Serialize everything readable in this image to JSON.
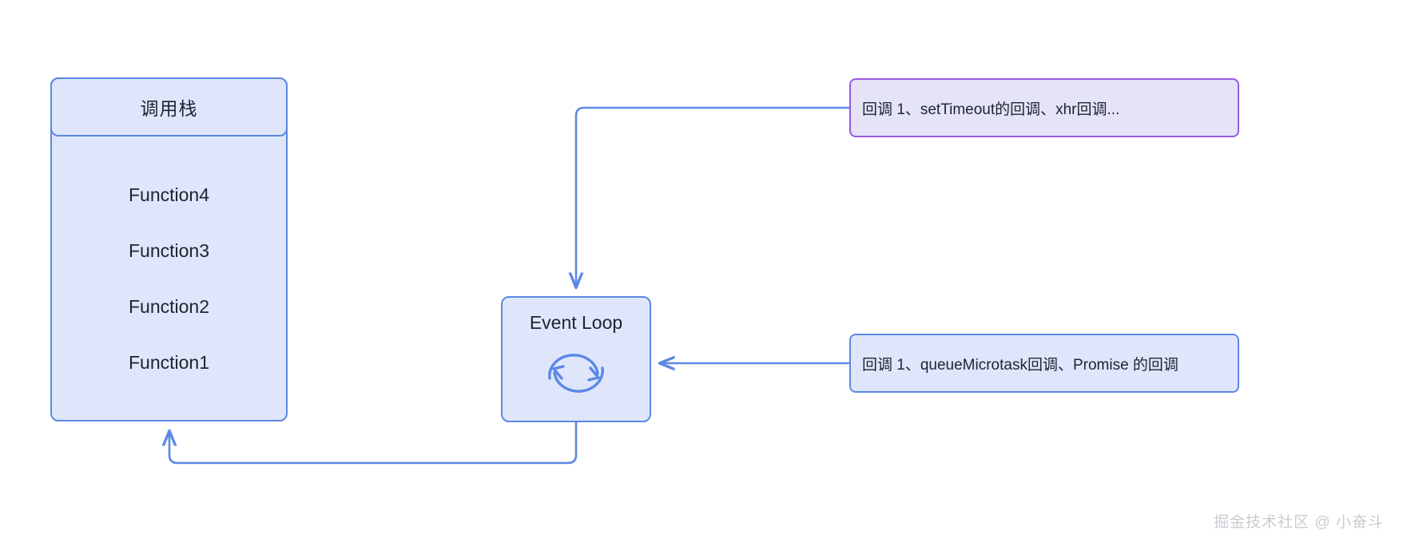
{
  "diagram": {
    "title": "JavaScript Event Loop Diagram",
    "colors": {
      "node_fill": "#dfe6fb",
      "node_stroke": "#5b88e4",
      "macrotask_stroke": "#9b59e0",
      "macrotask_fill": "#e4e3f8",
      "arrow": "#5b88e4",
      "text": "#20242f",
      "watermark": "#c9ccd2"
    }
  },
  "call_stack": {
    "header": "调用栈",
    "frames": [
      {
        "label": "Function4"
      },
      {
        "label": "Function3"
      },
      {
        "label": "Function2"
      },
      {
        "label": "Function1"
      }
    ]
  },
  "event_loop": {
    "label": "Event Loop",
    "icon": "circular-loop-icon"
  },
  "queues": {
    "macrotask": {
      "label": "回调 1、setTimeout的回调、xhr回调..."
    },
    "microtask": {
      "label": "回调 1、queueMicrotask回调、Promise 的回调"
    }
  },
  "arrows": [
    {
      "name": "macrotask-to-event-loop",
      "from": "macrotask-queue",
      "to": "event-loop",
      "direction": "down"
    },
    {
      "name": "microtask-to-event-loop",
      "from": "microtask-queue",
      "to": "event-loop",
      "direction": "left"
    },
    {
      "name": "event-loop-to-call-stack",
      "from": "event-loop",
      "to": "call-stack",
      "direction": "up"
    }
  ],
  "watermark": {
    "text": "掘金技术社区 @ 小奋斗"
  }
}
